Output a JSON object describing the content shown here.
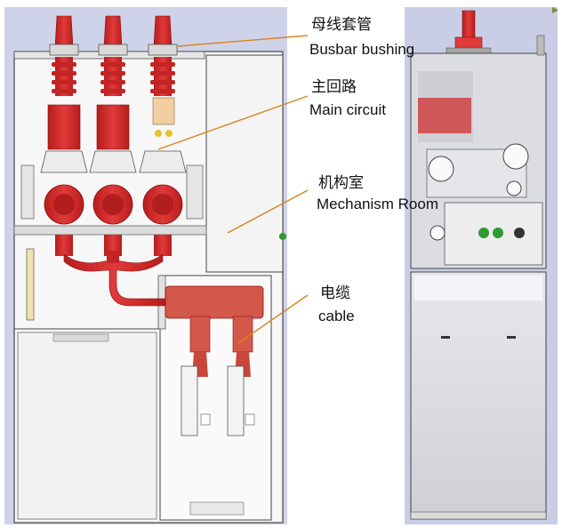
{
  "labels": {
    "busbar_bushing": {
      "zh": "母线套管",
      "en": "Busbar bushing"
    },
    "main_circuit": {
      "zh": "主回路",
      "en": "Main circuit"
    },
    "mechanism_room": {
      "zh": "机构室",
      "en": "Mechanism Room"
    },
    "cable": {
      "zh": "电缆",
      "en": "cable"
    }
  },
  "colors": {
    "panel_bg": "#cfd3ea",
    "side_bg": "#c9cde6",
    "red": "#d62a2a",
    "dark_red": "#a31818",
    "leader_line": "#d9841c",
    "frame": "#444444",
    "green": "#2f9a2f"
  },
  "icons": {
    "corner_mark": "triangle-arrow-icon"
  }
}
